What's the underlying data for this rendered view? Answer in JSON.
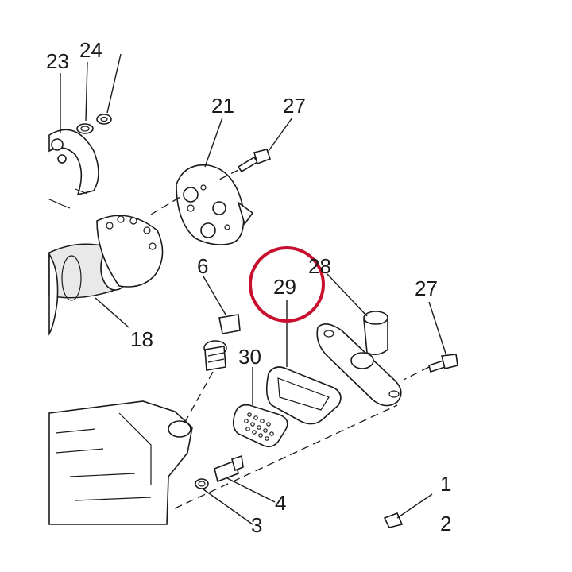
{
  "diagram": {
    "callouts": {
      "c1": "1",
      "c2": "2",
      "c3": "3",
      "c4": "4",
      "c6": "6",
      "c18": "18",
      "c21": "21",
      "c23": "23",
      "c24": "24",
      "c27a": "27",
      "c27b": "27",
      "c28": "28",
      "c29": "29",
      "c30": "30"
    },
    "highlighted_part": "29",
    "colors": {
      "highlight_ring": "#c8102e",
      "line_art": "#1a1a1a",
      "background": "#ffffff"
    }
  }
}
